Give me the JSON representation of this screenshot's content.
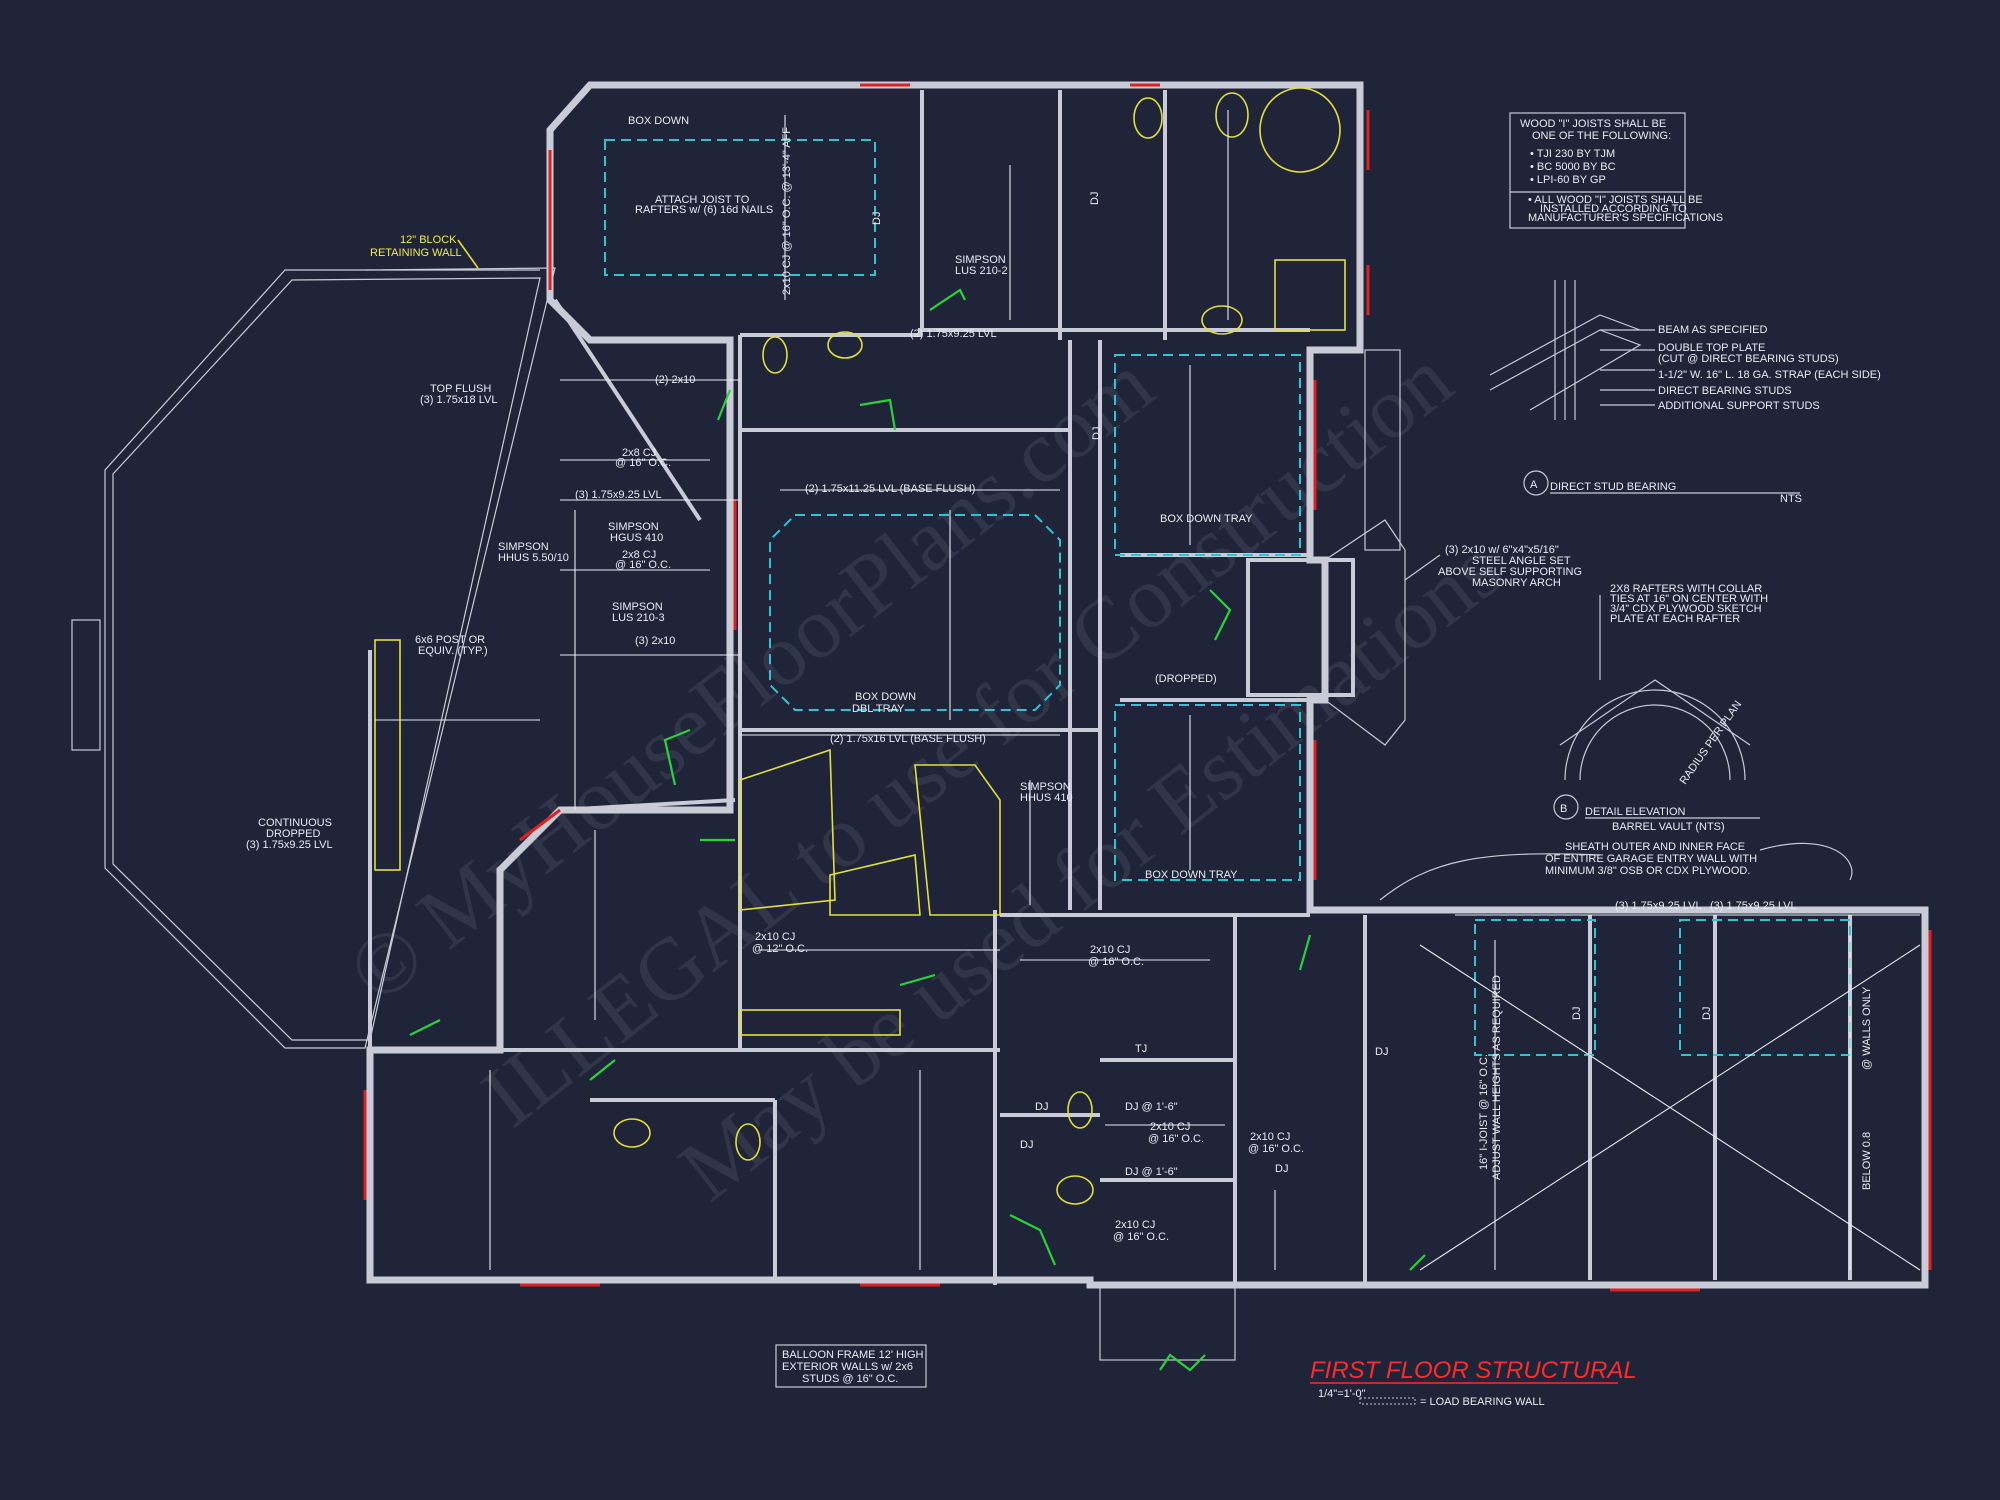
{
  "drawing": {
    "title": "FIRST FLOOR STRUCTURAL",
    "scale": "1/4\"=1'-0\"",
    "legend": "= LOAD BEARING WALL",
    "watermark_lines": [
      "© MyHouseFloorPlans.com",
      "ILLEGAL to use for Construction",
      "May be used for Estimations"
    ]
  },
  "notes": {
    "joists": [
      "WOOD \"I\" JOISTS SHALL BE",
      "ONE OF THE FOLLOWING:",
      "• TJI 230 BY TJM",
      "• BC 5000 BY BC",
      "• LPI-60 BY GP",
      "• ALL WOOD \"I\" JOISTS SHALL BE",
      "INSTALLED ACCORDING TO",
      "MANUFACTURER'S SPECIFICATIONS"
    ],
    "balloon": [
      "BALLOON FRAME 12' HIGH",
      "EXTERIOR WALLS w/ 2x6",
      "STUDS @ 16\" O.C."
    ],
    "retaining": [
      "12\" BLOCK",
      "RETAINING WALL"
    ]
  },
  "detail_a": {
    "tag": "A",
    "title": "DIRECT STUD BEARING",
    "sub": "NTS",
    "callouts": [
      "BEAM AS SPECIFIED",
      "DOUBLE TOP PLATE",
      "(CUT @ DIRECT BEARING STUDS)",
      "1-1/2\" W. 16\" L. 18 GA. STRAP (EACH SIDE)",
      "DIRECT BEARING STUDS",
      "ADDITIONAL SUPPORT STUDS"
    ]
  },
  "detail_b": {
    "tag": "B",
    "title": "DETAIL ELEVATION",
    "sub": "BARREL VAULT (NTS)",
    "callouts": [
      "2X8 RAFTERS WITH COLLAR",
      "TIES AT 16\" ON CENTER WITH",
      "3/4\" CDX PLYWOOD SKETCH",
      "PLATE AT EACH RAFTER"
    ],
    "arc_label": "RADIUS PER PLAN"
  },
  "labels": {
    "box_down": "BOX DOWN",
    "attach": [
      "ATTACH JOIST TO",
      "RAFTERS w/ (6) 16d NAILS"
    ],
    "cj_14": "2x10 CJ @ 16\" O.C. @ 13'-4\" AFF",
    "simpson_lus210": [
      "SIMPSON",
      "LUS 210-2"
    ],
    "lvl_1": "(2) 1.75x9.25 LVL",
    "lvl_2": "(2) 1.75x11.25 LVL (BASE FLUSH)",
    "lvl_3": "(3) 1.75x9.25 LVL",
    "lvl_4": "(2) 1.75x16 LVL (BASE FLUSH)",
    "top_flush": [
      "TOP FLUSH",
      "(3) 1.75x18 LVL"
    ],
    "cj_2x8": [
      "2x8 CJ",
      "@ 16\" O.C."
    ],
    "hgus": [
      "SIMPSON",
      "HGUS 410"
    ],
    "hhus": [
      "SIMPSON",
      "HHUS 5.50/10"
    ],
    "lus2103": [
      "SIMPSON",
      "LUS 210-3"
    ],
    "three_2x10": "(3) 2x10",
    "two_2x10": "(2) 2x10",
    "post": [
      "6x6 POST OR",
      "EQUIV. (TYP.)"
    ],
    "continuous": [
      "CONTINUOUS",
      "DROPPED",
      "(3) 1.75x9.25 LVL"
    ],
    "box_dbl": [
      "BOX DOWN",
      "DBL TRAY"
    ],
    "box_tray": "BOX DOWN TRAY",
    "dropped": "(DROPPED)",
    "steel": [
      "(3) 2x10 w/ 6\"x4\"x5/16\"",
      "STEEL ANGLE SET",
      "ABOVE SELF SUPPORTING",
      "MASONRY ARCH"
    ],
    "sheath": [
      "SHEATH OUTER AND INNER FACE",
      "OF ENTIRE GARAGE ENTRY WALL WITH",
      "MINIMUM 3/8\" OSB OR CDX PLYWOOD."
    ],
    "dj": "DJ",
    "cj_12": [
      "2x10 CJ",
      "@ 12\" O.C."
    ],
    "cj_16": [
      "2x10 CJ",
      "@ 16\" O.C."
    ],
    "dj_16": "DJ @ 1'-6\"",
    "garage_lvl": "(3) 1.75x9.25 LVL",
    "adjust": "ADJUST WALL HEIGHTS AS REQUIRED",
    "tji": "16\" I-JOIST @ 16\" O.C.",
    "walls_only": "@ WALLS ONLY",
    "below": "BELOW 0.8",
    "hhus410": [
      "SIMPSON",
      "HHUS 410"
    ],
    "tj": "TJ"
  },
  "colors": {
    "bg": "#1f2438",
    "wall": "#c9ccd6",
    "cyan": "#2fc3d6",
    "green": "#27d43a",
    "yellow": "#e3df3a",
    "red": "#e02020"
  }
}
